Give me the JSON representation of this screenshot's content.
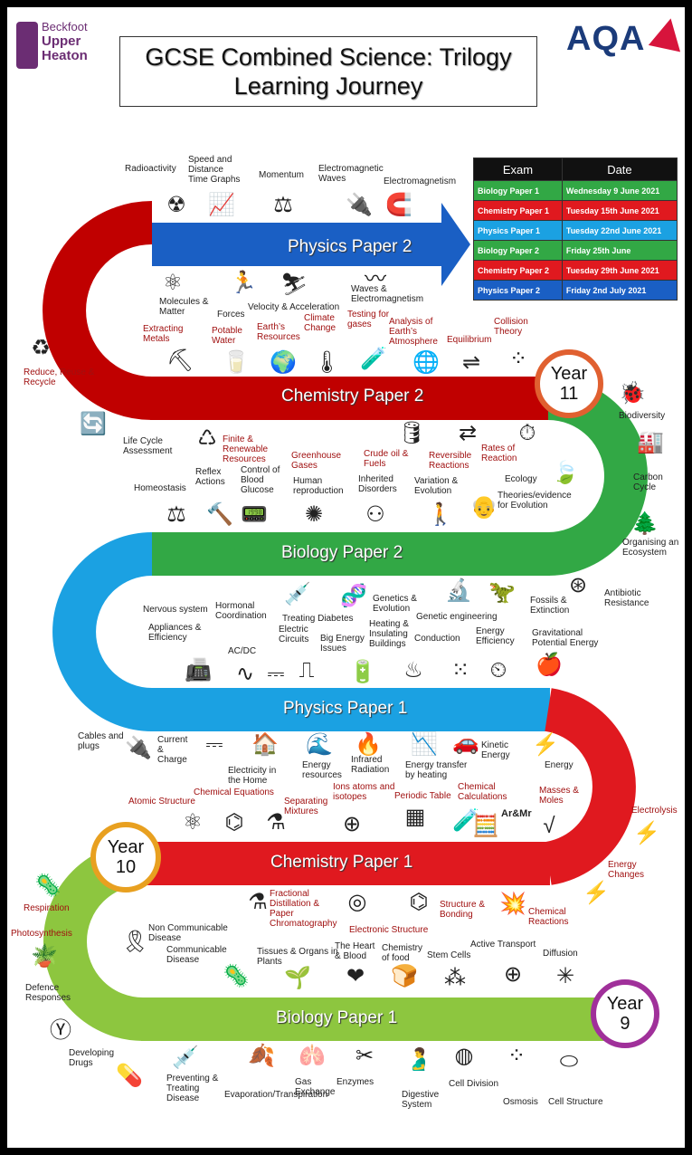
{
  "school": {
    "line1": "Beckfoot",
    "line2": "Upper",
    "line3": "Heaton"
  },
  "title": {
    "line1": "GCSE Combined Science: Trilogy",
    "line2": "Learning Journey"
  },
  "board": "AQA",
  "exam_table": {
    "headers": [
      "Exam",
      "Date"
    ],
    "rows": [
      {
        "exam": "Biology Paper 1",
        "date": "Wednesday 9 June 2021",
        "color": "#32a845"
      },
      {
        "exam": "Chemistry Paper 1",
        "date": "Tuesday 15th June 2021",
        "color": "#e0191f"
      },
      {
        "exam": "Physics Paper 1",
        "date": "Tuesday 22nd June 2021",
        "color": "#1ba1e2"
      },
      {
        "exam": "Biology Paper 2",
        "date": "Friday 25th June",
        "color": "#32a845"
      },
      {
        "exam": "Chemistry Paper 2",
        "date": "Tuesday 29th June 2021",
        "color": "#e0191f"
      },
      {
        "exam": "Physics Paper 2",
        "date": "Friday 2nd July 2021",
        "color": "#1a5fc4"
      }
    ]
  },
  "roads": {
    "physics2": "Physics Paper 2",
    "chemistry2": "Chemistry Paper 2",
    "biology2": "Biology Paper 2",
    "physics1": "Physics Paper 1",
    "chemistry1": "Chemistry Paper 1",
    "biology1": "Biology Paper 1"
  },
  "years": {
    "y11_a": "Year",
    "y11_b": "11",
    "y10_a": "Year",
    "y10_b": "10",
    "y9_a": "Year",
    "y9_b": "9"
  },
  "colors": {
    "physics2": "#1a5fc4",
    "chemistry": "#e0191f",
    "biology": "#32a845",
    "physics1": "#1ba1e2",
    "biology1": "#8dc63f",
    "darkred": "#c00000"
  },
  "topics": {
    "radioactivity": "Radioactivity",
    "speed": "Speed and Distance Time Graphs",
    "momentum": "Momentum",
    "em_waves": "Electromagnetic Waves",
    "electromagnetism": "Electromagnetism",
    "molecules": "Molecules & Matter",
    "forces": "Forces",
    "velocity": "Velocity & Acceleration",
    "waves_em": "Waves & Electromagnetism",
    "extracting": "Extracting Metals",
    "potable": "Potable Water",
    "earth_res": "Earth’s Resources",
    "climate": "Climate Change",
    "testing": "Testing for gases",
    "analysis": "Analysis of Earth’s Atmosphere",
    "equilibrium": "Equilibrium",
    "collision": "Collision Theory",
    "reduce": "Reduce, Reuse & Recycle",
    "biodiversity": "Biodiversity",
    "lifecycle": "Life Cycle Assessment",
    "finite": "Finite & Renewable Resources",
    "greenhouse": "Greenhouse Gases",
    "crude": "Crude oil & Fuels",
    "reversible": "Reversible Reactions",
    "rates": "Rates of Reaction",
    "carbon": "Carbon Cycle",
    "homeostasis": "Homeostasis",
    "reflex": "Reflex Actions",
    "blood_glucose": "Control of Blood Glucose",
    "human_repro": "Human reproduction",
    "inherited": "Inherited Disorders",
    "variation": "Variation & Evolution",
    "ecology": "Ecology",
    "theories": "Theories/evidence for Evolution",
    "organising": "Organising an Ecosystem",
    "nervous": "Nervous system",
    "hormonal": "Hormonal Coordination",
    "treating_diabetes": "Treating Diabetes",
    "genetics": "Genetics & Evolution",
    "genetic_eng": "Genetic engineering",
    "fossils": "Fossils & Extinction",
    "antibiotic": "Antibiotic Resistance",
    "appliances": "Appliances & Efficiency",
    "electric_circuits": "Electric Circuits",
    "big_energy": "Big Energy Issues",
    "heating": "Heating & Insulating Buildings",
    "conduction": "Conduction",
    "energy_eff": "Energy Efficiency",
    "gravitational": "Gravitational Potential Energy",
    "acdc": "AC/DC",
    "cables": "Cables and plugs",
    "current": "Current & Charge",
    "electricity_home": "Electricity in the Home",
    "energy_resources": "Energy resources",
    "infrared": "Infrared Radiation",
    "energy_transfer": "Energy transfer by heating",
    "kinetic": "Kinetic Energy",
    "energy": "Energy",
    "chem_equations": "Chemical Equations",
    "atomic": "Atomic Structure",
    "separating": "Separating Mixtures",
    "ions": "Ions atoms and isotopes",
    "periodic": "Periodic Table",
    "chem_calc": "Chemical Calculations",
    "masses": "Masses & Moles",
    "electrolysis": "Electrolysis",
    "energy_changes": "Energy Changes",
    "respiration": "Respiration",
    "photosynthesis": "Photosynthesis",
    "fractional": "Fractional Distillation & Paper Chromatography",
    "electronic": "Electronic Structure",
    "structure_bonding": "Structure & Bonding",
    "chem_reactions": "Chemical Reactions",
    "non_comm": "Non Communicable Disease",
    "comm": "Communicable Disease",
    "tissues": "Tissues & Organs in Plants",
    "heart": "The Heart & Blood",
    "chem_food": "Chemistry of food",
    "stem": "Stem Cells",
    "active": "Active Transport",
    "diffusion": "Diffusion",
    "defence": "Defence Responses",
    "developing": "Developing Drugs",
    "preventing": "Preventing & Treating Disease",
    "evaporation": "Evaporation/Transpiration",
    "gas_exchange": "Gas Exchange",
    "enzymes": "Enzymes",
    "digestive": "Digestive System",
    "cell_division": "Cell Division",
    "osmosis": "Osmosis",
    "cell_structure": "Cell Structure"
  }
}
